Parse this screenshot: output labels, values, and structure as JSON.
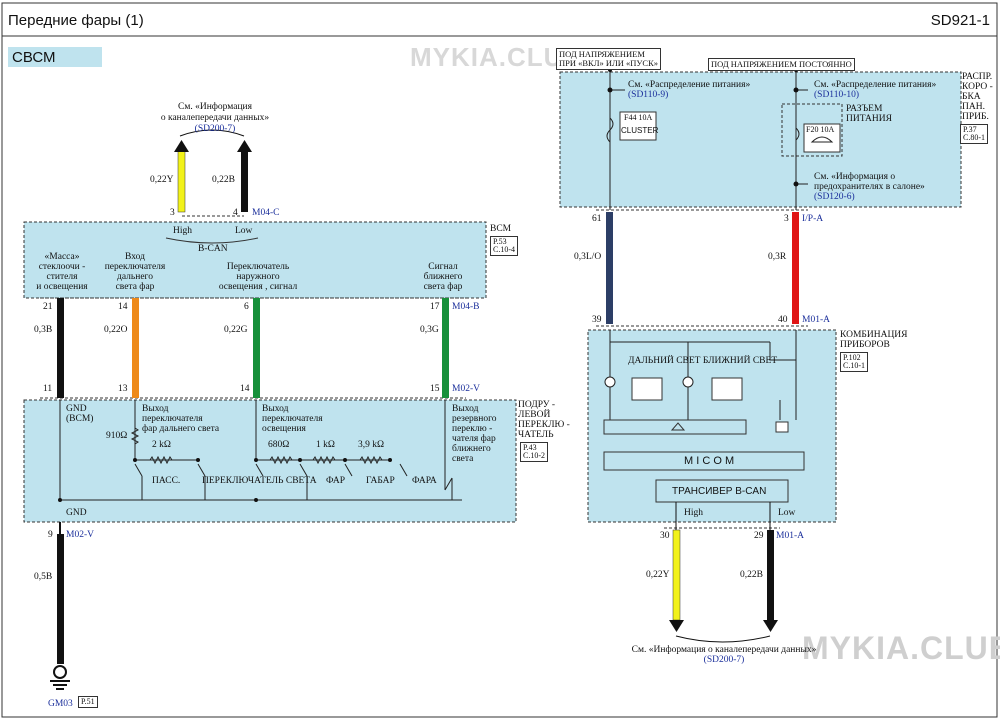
{
  "header": {
    "title": "Передние    фары   (1)",
    "code": "SD921-1"
  },
  "section": "СВСМ",
  "watermarks": [
    "MYKIA.CLUB",
    "MYKIA.CLUB"
  ],
  "left": {
    "top_ref": {
      "line1": "См. «Информация",
      "line2": "о каналепередачи    данных»",
      "code": "(SD200-7)"
    },
    "wire_top_y": "0,22Y",
    "wire_top_b": "0,22B",
    "pin_3": "3",
    "pin_4": "4",
    "conn_m04c": "M04-C",
    "high": "High",
    "low": "Low",
    "bcan": "B-CAN",
    "bcm_label": "BCM",
    "bcm_page": "P.53",
    "bcm_page2": "C.10-4",
    "col1": [
      "«Масса»",
      "стеклоочи -",
      "стителя",
      "и освещения"
    ],
    "col2": [
      "Вход",
      "переключателя",
      "дальнего",
      "света  фар"
    ],
    "col3": [
      "Переключатель",
      "наружного",
      "освещения   ,  сигнал"
    ],
    "col4": [
      "Сигнал",
      "ближнего",
      "света  фар"
    ],
    "pins_top": [
      "21",
      "14",
      "6",
      "17"
    ],
    "conn_m04b": "M04-B",
    "wires": [
      "0,3B",
      "0,22O",
      "0,22G",
      "0,3G"
    ],
    "pins_bot": [
      "11",
      "13",
      "14",
      "15"
    ],
    "conn_m02v": "M02-V",
    "sw_label": [
      "ПОДРУ -",
      "ЛЕВОЙ",
      "ПЕРЕКЛЮ -",
      "ЧАТЕЛЬ"
    ],
    "sw_page": "P.43",
    "sw_page2": "C.10-2",
    "gnd_bcm": [
      "GND",
      "(BCM)"
    ],
    "out1": [
      "Выход",
      "переключателя",
      "фар  дальнего   света"
    ],
    "out2": [
      "Выход",
      "переключателя",
      "освещения"
    ],
    "out3": [
      "Выход",
      "резервного",
      "переклю -",
      "чателя  фар",
      "ближнего",
      "света"
    ],
    "r910": "910Ω",
    "r2k": "2 kΩ",
    "r680": "680Ω",
    "r1k": "1 kΩ",
    "r39": "3,9 kΩ",
    "positions": [
      "ПАСС.",
      "ПЕРЕКЛЮЧАТЕЛЬ  СВЕТА",
      "ФАР",
      "ГАБАР",
      "ФАРА"
    ],
    "gnd": "GND",
    "pin_9": "9",
    "conn_m02v2": "M02-V",
    "wire_05b": "0,5B",
    "gm03": "GM03",
    "gm_page": "P.51"
  },
  "right": {
    "under_start": [
      "ПОД НАПРЯЖЕНИЕМ",
      "ПРИ «ВКЛ» ИЛИ «ПУСК»"
    ],
    "under_const": "ПОД НАПРЯЖЕНИЕМ  ПОСТОЯННО",
    "ref1": {
      "line1": "См. «Распределение    питания»",
      "code": "(SD110-9)"
    },
    "ref2": {
      "line1": "См. «Распределение          питания»",
      "code": "(SD110-10)"
    },
    "fuse1": {
      "name": "F44 10A",
      "label": "CLUSTER"
    },
    "fuse2": {
      "name": "F20 10A"
    },
    "conn_label": [
      "РАЗЪЕМ",
      "ПИТАНИЯ"
    ],
    "ref3": {
      "line1": "См. «Информация    о",
      "line2": "предохранителях   в салоне»",
      "code": "(SD120-6)"
    },
    "box_label": [
      "РАСПР.",
      "КОРО -",
      "БКА",
      "ПАН.",
      "ПРИБ."
    ],
    "box_page": "P.37",
    "box_page2": "C.80-1",
    "pin_61": "61",
    "pin_3": "3",
    "conn_ipa": "I/P-A",
    "wire_l": "0,3L/O",
    "wire_r": "0,3R",
    "pin_39": "39",
    "pin_40": "40",
    "conn_m01a": "M01-A",
    "cluster_label": [
      "КОМБИНАЦИЯ",
      "ПРИБОРОВ"
    ],
    "cluster_page": "P.102",
    "cluster_page2": "C.10-1",
    "lamp_text": "ДАЛЬНИЙ  СВЕТ  БЛИЖНИЙ  СВЕТ",
    "micom": "M I C O M",
    "transiver": "ТРАНСИВЕР  B-CAN",
    "high": "High",
    "low": "Low",
    "pin_30": "30",
    "pin_29": "29",
    "conn_m01a2": "M01-A",
    "wire_y": "0,22Y",
    "wire_b": "0,22B",
    "bottom_ref": {
      "line1": "См. «Информация    о каналепередачи    данных»",
      "code": "(SD200-7)"
    }
  },
  "colors": {
    "panel": "#bfe3ee",
    "yellow": "#f2f21a",
    "orange": "#ee8a1a",
    "green": "#17903a",
    "red": "#e01515",
    "navy": "#2c3e66",
    "black": "#111111"
  }
}
